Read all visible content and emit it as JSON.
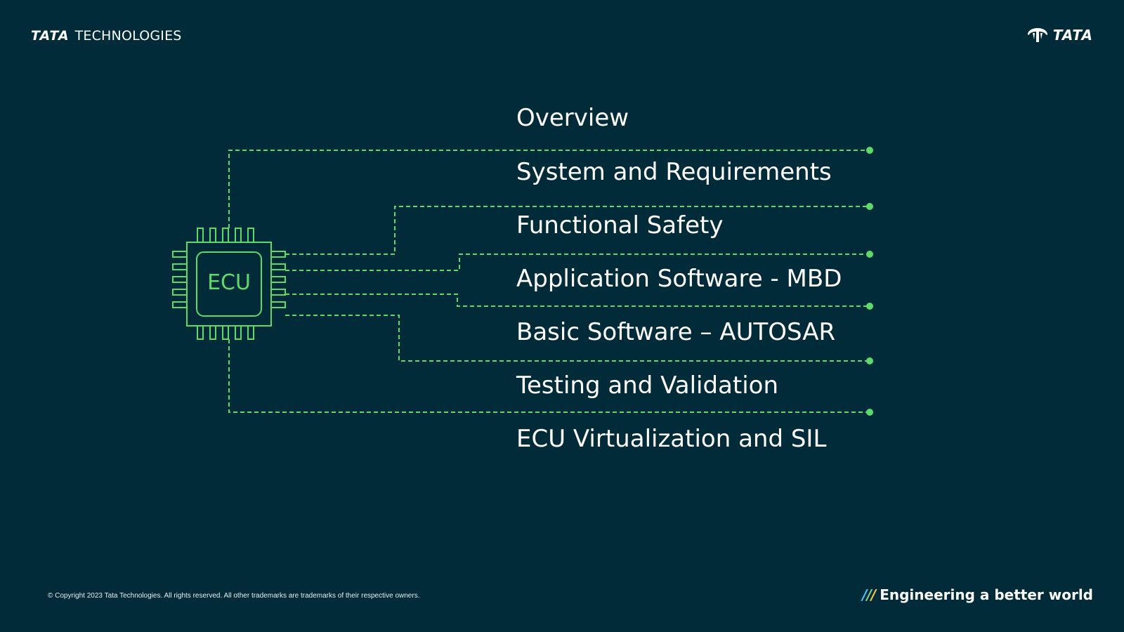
{
  "header": {
    "brand_bold": "TATA",
    "brand_regular": "TECHNOLOGIES",
    "logo_text": "TATA"
  },
  "diagram": {
    "chip_label": "ECU",
    "topics": [
      "Overview",
      "System and Requirements",
      "Functional Safety",
      "Application Software - MBD",
      "Basic Software – AUTOSAR",
      "Testing and Validation",
      "ECU Virtualization and SIL"
    ]
  },
  "footer": {
    "copyright": "© Copyright 2023 Tata Technologies. All rights reserved. All other trademarks are trademarks of their respective owners.",
    "slashes": "///",
    "tagline": "Engineering a better world"
  },
  "colors": {
    "background": "#012b38",
    "accent_green": "#5ddb6a",
    "text": "#ffffff"
  }
}
